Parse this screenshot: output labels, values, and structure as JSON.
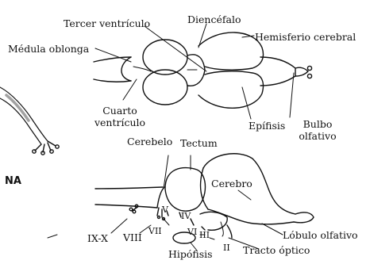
{
  "dorsal_view": {
    "tercer_ventriculo": "Tercer ventrículo",
    "diencefalo": "Diencéfalo",
    "hemisferio_cerebral": "Hemisferio cerebral",
    "medula_oblonga": "Médula oblonga",
    "cuarto_ventriculo_1": "Cuarto",
    "cuarto_ventriculo_2": "ventrículo",
    "epifisis": "Epífisis",
    "bulbo_olfativo_1": "Bulbo",
    "bulbo_olfativo_2": "olfativo"
  },
  "lateral_view": {
    "cerebelo": "Cerebelo",
    "tectum": "Tectum",
    "cerebro": "Cerebro",
    "lobulo_olfativo": "Lóbulo olfativo",
    "tracto_optico": "Tracto óptico",
    "hipofisis": "Hipófisis",
    "nerves": {
      "ix_x": "IX-X",
      "viii": "VIII",
      "vii": "VII",
      "v": "V",
      "iv": "IV",
      "vi": "VI",
      "iii": "III",
      "ii": "II"
    }
  },
  "side_fragment": {
    "na": "NA"
  }
}
